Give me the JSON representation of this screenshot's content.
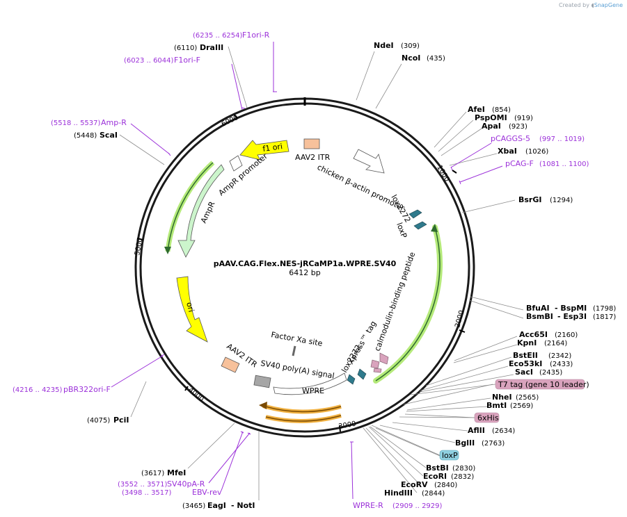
{
  "credit": {
    "prefix": "Created by",
    "brand": "SnapGene"
  },
  "plasmid": {
    "name": "pAAV.CAG.Flex.NES-jRCaMP1a.WPRE.SV40",
    "size": "6412 bp"
  },
  "ticks": [
    "1000",
    "2000",
    "3000",
    "4000",
    "5000",
    "6000"
  ],
  "enzymes": [
    {
      "name": "NdeI",
      "pos": "(309)"
    },
    {
      "name": "NcoI",
      "pos": "(435)"
    },
    {
      "name": "AfeI",
      "pos": "(854)"
    },
    {
      "name": "PspOMI",
      "pos": "(919)"
    },
    {
      "name": "ApaI",
      "pos": "(923)"
    },
    {
      "name": "XbaI",
      "pos": "(1026)"
    },
    {
      "name": "BsrGI",
      "pos": "(1294)"
    },
    {
      "name": "BfuAI",
      "pos": ""
    },
    {
      "name": "BspMI",
      "pos": "(1798)"
    },
    {
      "name": "BsmBI",
      "pos": ""
    },
    {
      "name": "Esp3I",
      "pos": "(1817)"
    },
    {
      "name": "Acc65I",
      "pos": "(2160)"
    },
    {
      "name": "KpnI",
      "pos": "(2164)"
    },
    {
      "name": "BstEII",
      "pos": "(2342)"
    },
    {
      "name": "Eco53kI",
      "pos": "(2433)"
    },
    {
      "name": "SacI",
      "pos": "(2435)"
    },
    {
      "name": "NheI",
      "pos": "(2565)"
    },
    {
      "name": "BmtI",
      "pos": "(2569)"
    },
    {
      "name": "AflII",
      "pos": "(2634)"
    },
    {
      "name": "BglII",
      "pos": "(2763)"
    },
    {
      "name": "BstBI",
      "pos": "(2830)"
    },
    {
      "name": "EcoRI",
      "pos": "(2832)"
    },
    {
      "name": "EcoRV",
      "pos": "(2840)"
    },
    {
      "name": "HindIII",
      "pos": "(2844)"
    },
    {
      "name": "EagI",
      "pos": "(3465)"
    },
    {
      "name": "NotI",
      "pos": ""
    },
    {
      "name": "MfeI",
      "pos": "(3617)"
    },
    {
      "name": "PciI",
      "pos": "(4075)"
    },
    {
      "name": "ScaI",
      "pos": "(5448)"
    },
    {
      "name": "DraIII",
      "pos": "(6110)"
    }
  ],
  "primers": [
    {
      "name": "F1ori-R",
      "pos": "(6235 .. 6254)"
    },
    {
      "name": "F1ori-F",
      "pos": "(6023 .. 6044)"
    },
    {
      "name": "Amp-R",
      "pos": "(5518 .. 5537)"
    },
    {
      "name": "pCAGGS-5",
      "pos": "(997 .. 1019)"
    },
    {
      "name": "pCAG-F",
      "pos": "(1081 .. 1100)"
    },
    {
      "name": "pBR322ori-F",
      "pos": "(4216 .. 4235)"
    },
    {
      "name": "SV40pA-R",
      "pos": "(3552 .. 3571)"
    },
    {
      "name": "EBV-rev",
      "pos": "(3498 .. 3517)"
    },
    {
      "name": "WPRE-R",
      "pos": "(2909 .. 2929)"
    }
  ],
  "features": {
    "f1_ori": "f1 ori",
    "aav2_itr_top": "AAV2 ITR",
    "chicken_bactin": "chicken β-actin promoter",
    "lox2272_top": "lox2272",
    "loxp_top": "loxP",
    "calmodulin": "calmodulin-binding peptide",
    "xpress": "Xpress™ tag",
    "lox2272_bottom": "lox2272",
    "factor_xa": "Factor Xa site",
    "sv40_polya": "SV40 poly(A) signal",
    "aav2_itr_bottom": "AAV2 ITR",
    "wpre": "WPRE",
    "ori": "ori",
    "ampr_promoter": "AmpR promoter",
    "ampr": "AmpR"
  },
  "boxed_labels": {
    "t7": "T7 tag (gene 10 leader)",
    "his": "6xHis",
    "loxp": "loxP"
  },
  "colors": {
    "primer": "#9b30d9",
    "f1_ori": "#ffff00",
    "ori": "#ffff00",
    "ampr": "#ccf5cc",
    "itr": "#f7c19b",
    "sv40": "#a6a6a6",
    "lox": "#2f7a8c",
    "cds_glow": "#b5ea7a",
    "orange": "#f0b040",
    "pink": "#d9a3bd",
    "cyan": "#8fd0e0"
  }
}
